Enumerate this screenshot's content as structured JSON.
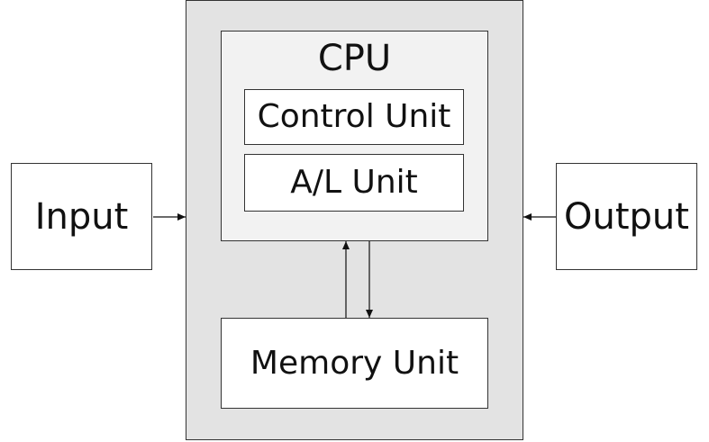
{
  "diagram": {
    "input": {
      "label": "Input"
    },
    "output": {
      "label": "Output"
    },
    "cpu": {
      "label": "CPU",
      "control_unit": "Control Unit",
      "al_unit": "A/L Unit"
    },
    "memory": {
      "label": "Memory Unit"
    },
    "colors": {
      "outer_fill": "#e3e3e3",
      "cpu_fill": "#f2f2f2",
      "box_fill": "#ffffff",
      "stroke": "#333333"
    },
    "edges": [
      {
        "from": "input",
        "to": "computer"
      },
      {
        "from": "output",
        "to": "computer"
      },
      {
        "from": "memory",
        "to": "cpu"
      },
      {
        "from": "cpu",
        "to": "memory"
      }
    ]
  }
}
